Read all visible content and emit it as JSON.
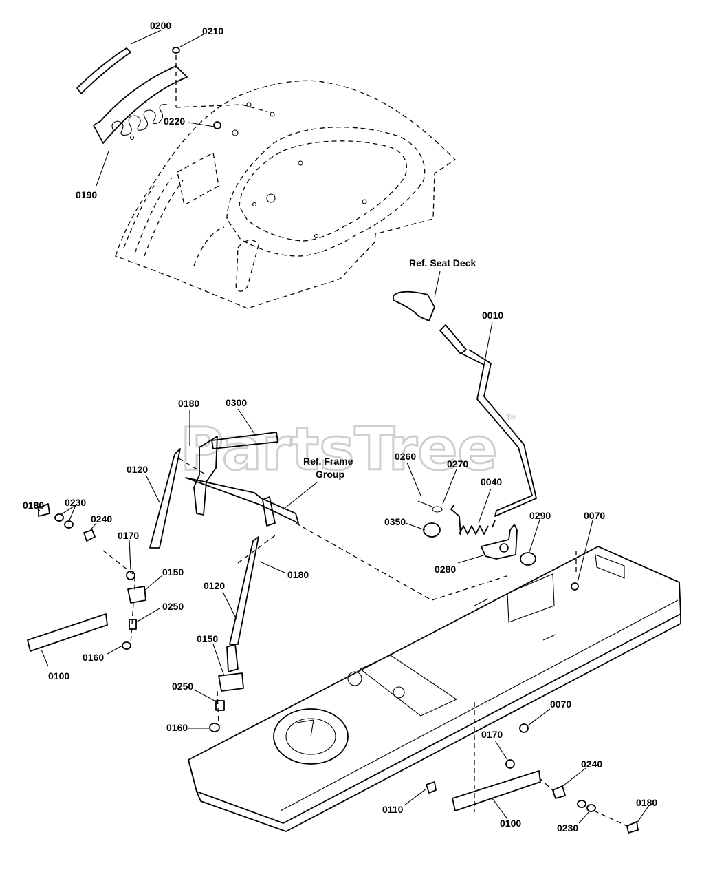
{
  "watermark": {
    "text": "PartsTree",
    "mark": "TM"
  },
  "refs": {
    "seat_deck": "Ref. Seat Deck",
    "frame_line1": "Ref. Frame",
    "frame_line2": "Group"
  },
  "callouts": [
    {
      "text": "0200"
    },
    {
      "text": "0210"
    },
    {
      "text": "0220"
    },
    {
      "text": "0190"
    },
    {
      "text": "0010"
    },
    {
      "text": "0180"
    },
    {
      "text": "0300"
    },
    {
      "text": "0120"
    },
    {
      "text": "0260"
    },
    {
      "text": "0270"
    },
    {
      "text": "0040"
    },
    {
      "text": "0180"
    },
    {
      "text": "0230"
    },
    {
      "text": "0240"
    },
    {
      "text": "0350"
    },
    {
      "text": "0290"
    },
    {
      "text": "0070"
    },
    {
      "text": "0170"
    },
    {
      "text": "0150"
    },
    {
      "text": "0280"
    },
    {
      "text": "0180"
    },
    {
      "text": "0120"
    },
    {
      "text": "0250"
    },
    {
      "text": "0160"
    },
    {
      "text": "0100"
    },
    {
      "text": "0150"
    },
    {
      "text": "0250"
    },
    {
      "text": "0160"
    },
    {
      "text": "0070"
    },
    {
      "text": "0170"
    },
    {
      "text": "0240"
    },
    {
      "text": "0110"
    },
    {
      "text": "0100"
    },
    {
      "text": "0230"
    },
    {
      "text": "0180"
    }
  ]
}
